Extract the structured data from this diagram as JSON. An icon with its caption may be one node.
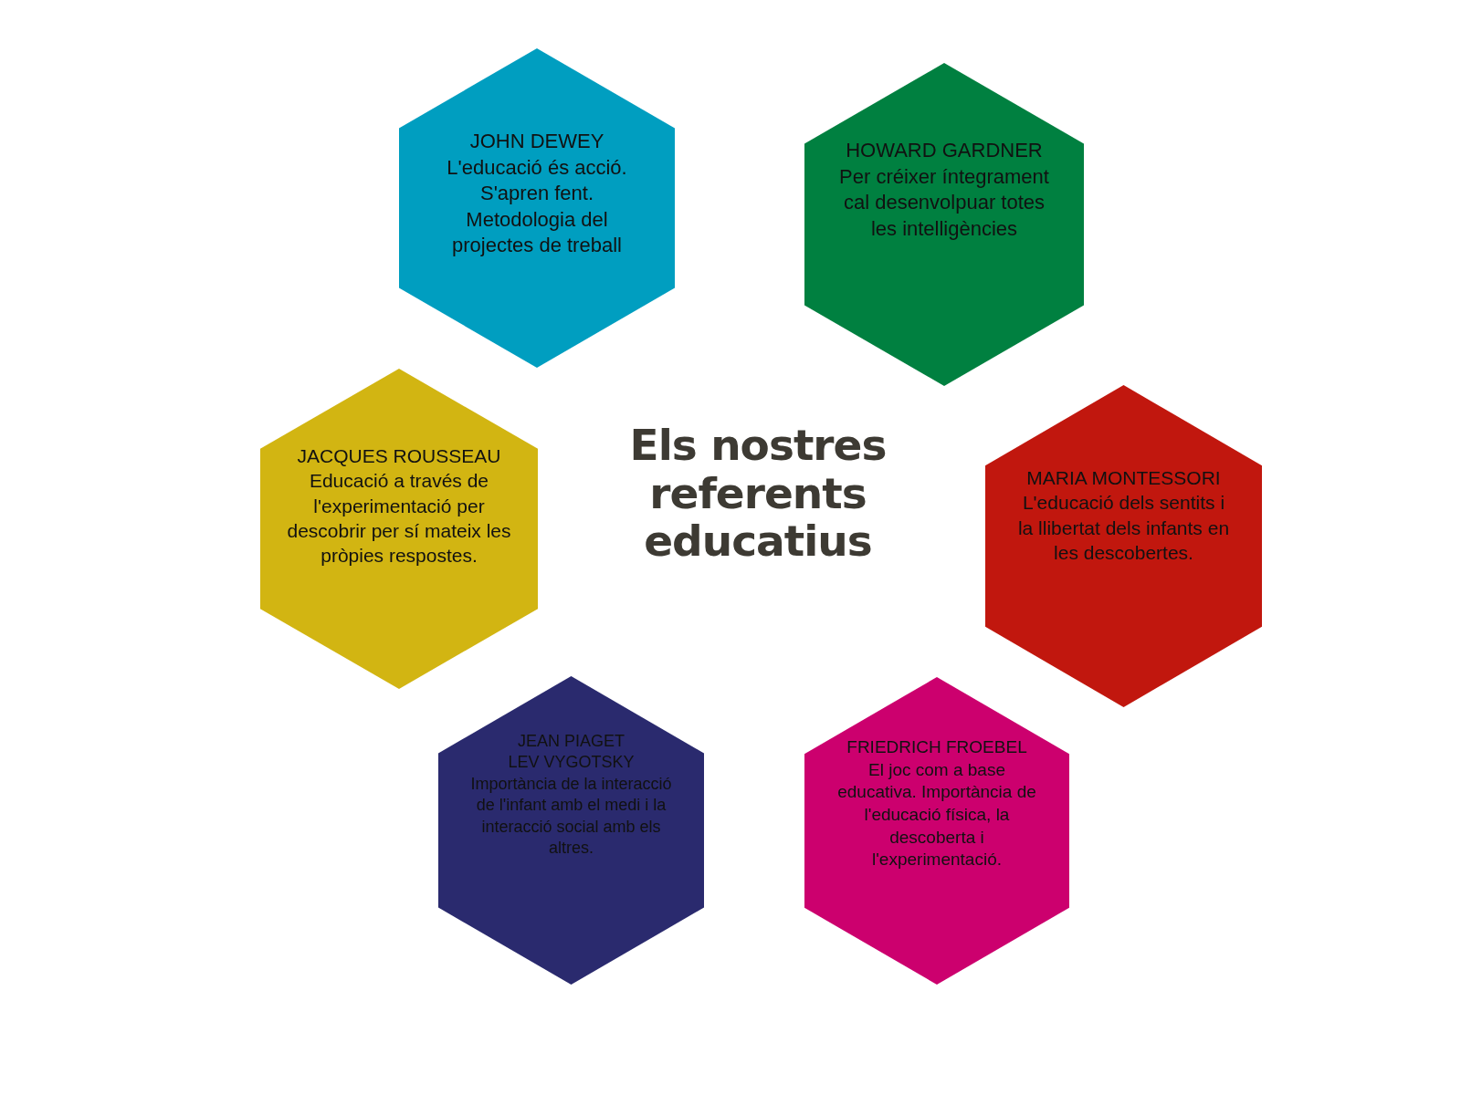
{
  "diagram": {
    "title": "Els nostres referents educatius",
    "nodes": [
      {
        "text": [
          "JOHN DEWEY",
          "L'educació és acció. S'apren fent. Metodologia del projectes de treball"
        ]
      },
      {
        "text": [
          "HOWARD GARDNER",
          "Per créixer íntegrament cal desenvolpuar totes les intelligències"
        ]
      },
      {
        "text": [
          "JACQUES ROUSSEAU",
          "Educació a través de l'experimentació per descobrir per sí mateix les pròpies respostes."
        ]
      },
      {
        "text": [
          "MARIA MONTESSORI",
          "L'educació dels sentits i la llibertat dels infants en les descobertes."
        ]
      },
      {
        "text": [
          "JEAN PIAGET",
          "LEV VYGOTSKY",
          "Importància de la interacció de l'infant amb el medi i la interacció social amb els altres."
        ]
      },
      {
        "text": [
          "FRIEDRICH FROEBEL",
          "El joc com a base educativa. Importància de l'educació física, la descoberta i l'experimentació."
        ]
      }
    ]
  }
}
